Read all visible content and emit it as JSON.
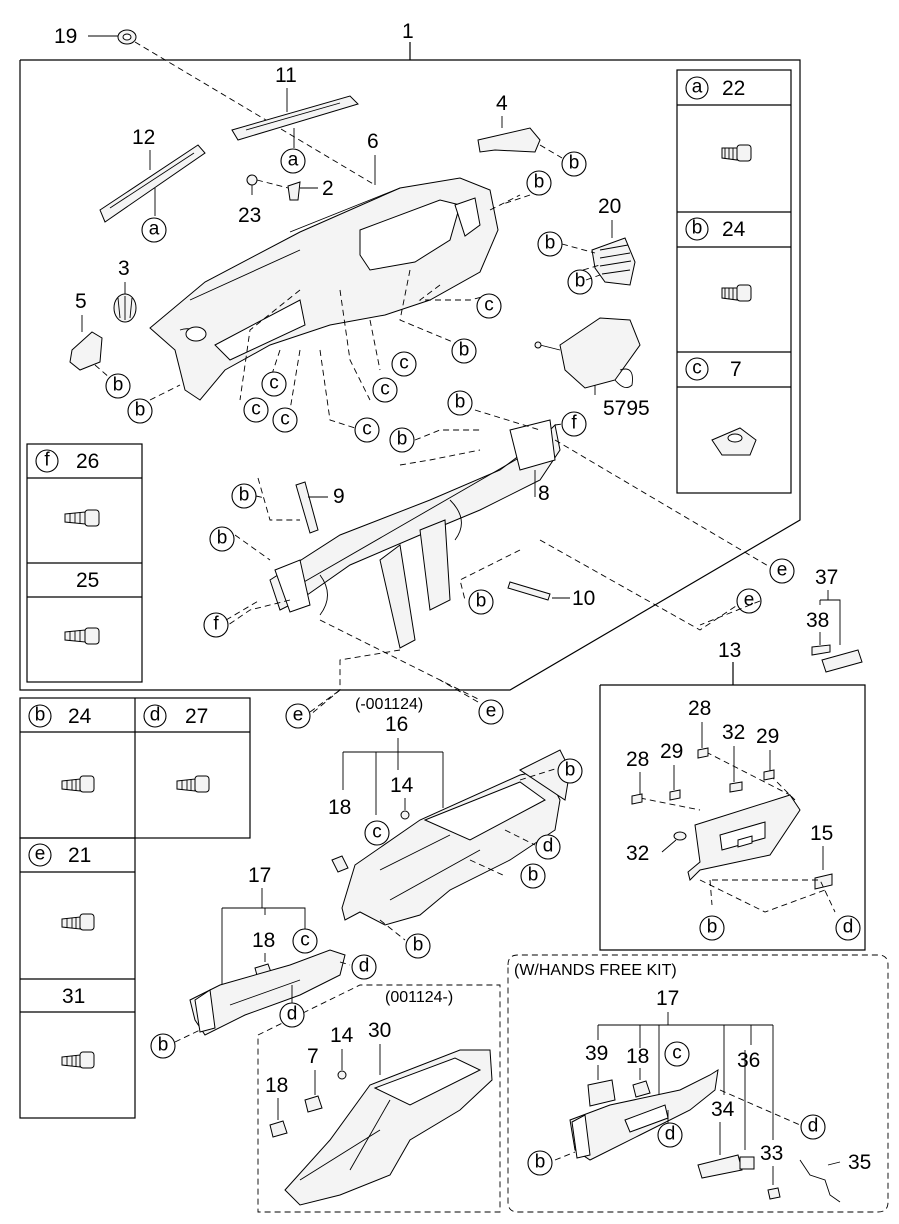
{
  "callouts": {
    "n1": "1",
    "n2": "2",
    "n3": "3",
    "n4": "4",
    "n5": "5",
    "n6": "6",
    "n7": "7",
    "n8": "8",
    "n9": "9",
    "n10": "10",
    "n11": "11",
    "n12": "12",
    "n13": "13",
    "n14": "14",
    "n15": "15",
    "n16": "16",
    "n17": "17",
    "n18": "18",
    "n19": "19",
    "n20": "20",
    "n23": "23",
    "n28": "28",
    "n29": "29",
    "n30": "30",
    "n32": "32",
    "n33": "33",
    "n34": "34",
    "n35": "35",
    "n36": "36",
    "n37": "37",
    "n38": "38",
    "n39": "39",
    "n5795": "5795"
  },
  "letters": {
    "a": "a",
    "b": "b",
    "c": "c",
    "d": "d",
    "e": "e",
    "f": "f"
  },
  "legend_boxes": {
    "a22": {
      "letter": "a",
      "part": "22"
    },
    "b24": {
      "letter": "b",
      "part": "24"
    },
    "c7": {
      "letter": "c",
      "part": "7"
    },
    "f26": {
      "letter": "f",
      "part": "26"
    },
    "p25": {
      "part": "25"
    },
    "b24_lower": {
      "letter": "b",
      "part": "24"
    },
    "d27": {
      "letter": "d",
      "part": "27"
    },
    "e21": {
      "letter": "e",
      "part": "21"
    },
    "p31": {
      "part": "31"
    }
  },
  "notes": {
    "before": "(-001124)",
    "after": "(001124-)",
    "hands_free": "(W/HANDS FREE KIT)"
  }
}
